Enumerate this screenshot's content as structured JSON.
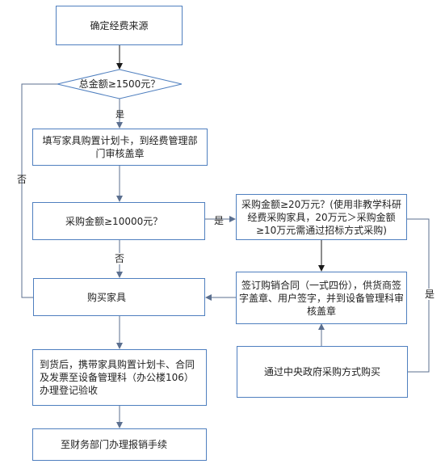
{
  "nodes": {
    "source": "确定经费来源",
    "decision_total": "总金额≥1500元？",
    "fill_card": "填写家具购置计划卡，到经费管理部门审核盖章",
    "decision_purchase": "采购金额≥10000元？",
    "purchase_note": "采购金额≥20万元？(使用非教学科研经费采购家具，20万元＞采购金额≥10万元需通过招标方式采购)",
    "sign_contract": "签订购销合同（一式四份），供货商签字盖章、用户签字，并到设备管理科审核盖章",
    "buy": "购买家具",
    "gov_purchase": "通过中央政府采购方式购买",
    "arrival": "到货后，携带家具购置计划卡、合同及发票至设备管理科（办公楼106）办理登记验收",
    "finance": "至财务部门办理报销手续"
  },
  "labels": {
    "yes_total": "是",
    "no_total": "否",
    "yes_purchase": "是",
    "no_purchase": "否",
    "yes_gov": "是"
  },
  "colors": {
    "box_border": "#4f7fbf",
    "connector": "#5b6f8f",
    "arrow": "#1a1a1a"
  }
}
